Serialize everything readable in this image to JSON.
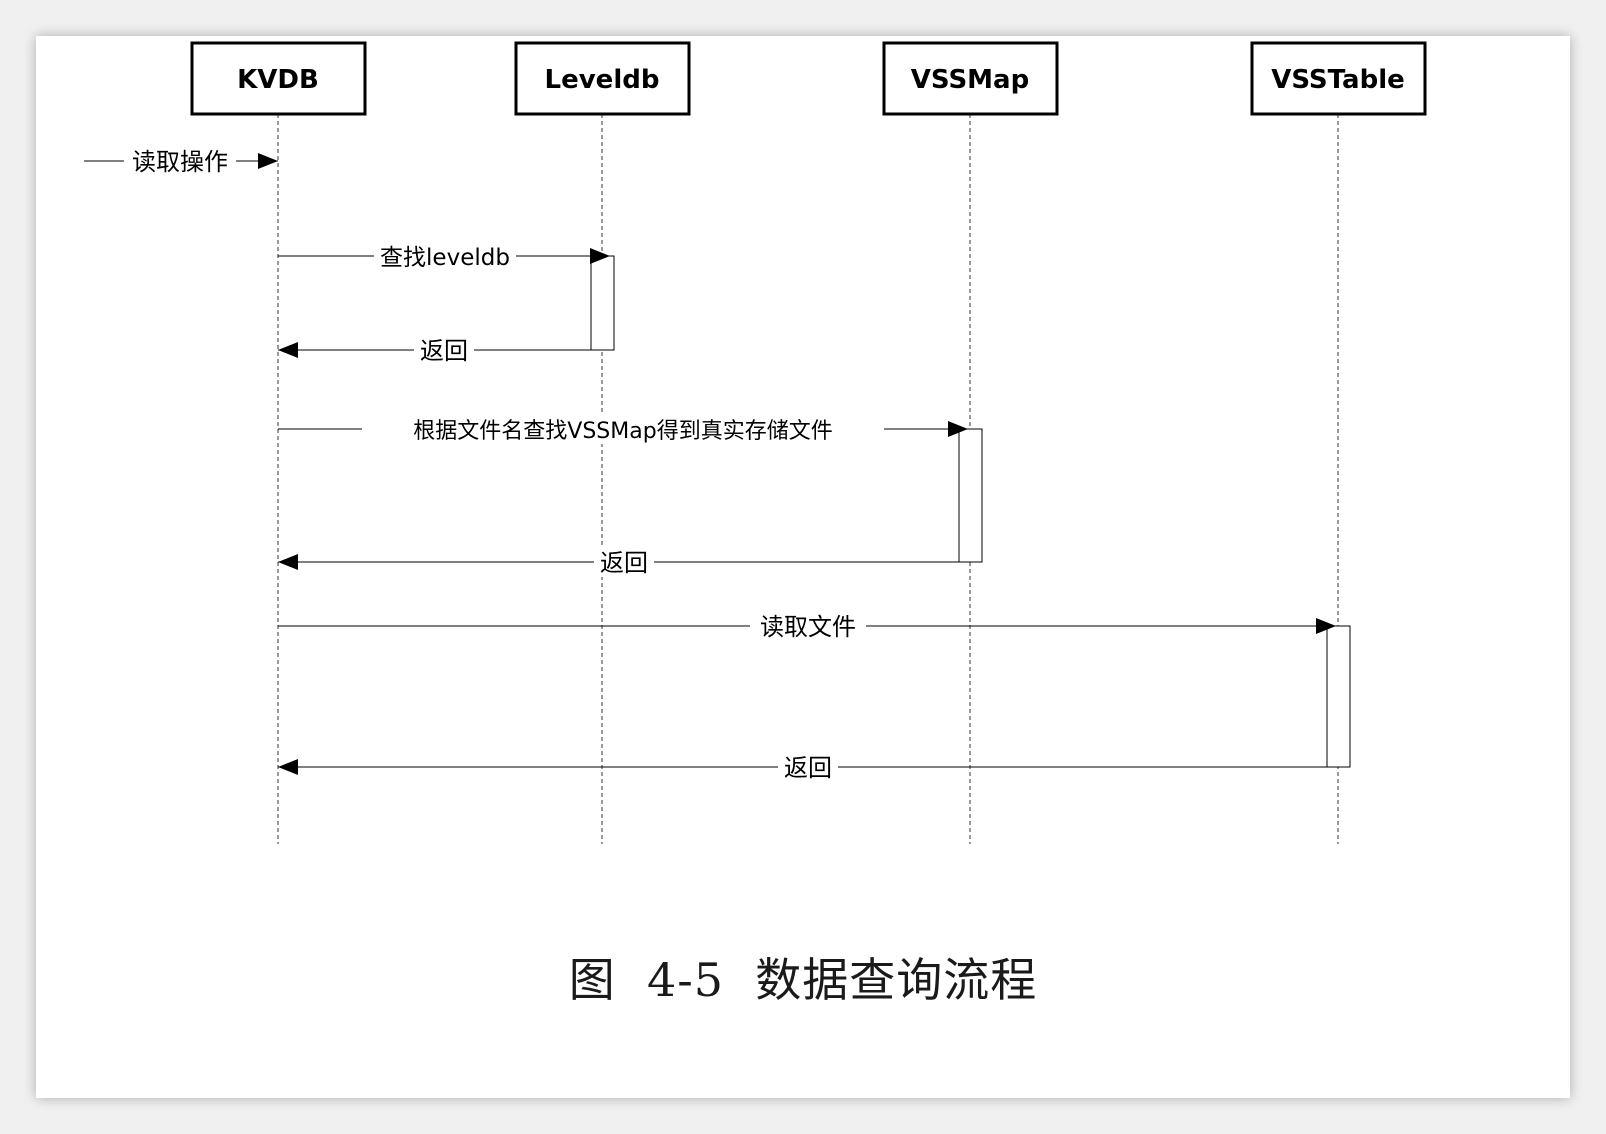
{
  "participants": [
    {
      "id": "kvdb",
      "label": "KVDB"
    },
    {
      "id": "leveldb",
      "label": "Leveldb"
    },
    {
      "id": "vssmap",
      "label": "VSSMap"
    },
    {
      "id": "vsstable",
      "label": "VSSTable"
    }
  ],
  "messages": {
    "read_op": "读取操作",
    "find_leveldb": "查找leveldb",
    "return_1": "返回",
    "find_vssmap": "根据文件名查找VSSMap得到真实存储文件",
    "return_2": "返回",
    "read_file": "读取文件",
    "return_3": "返回"
  },
  "caption": {
    "number": "图  4-5",
    "title": "数据查询流程"
  }
}
